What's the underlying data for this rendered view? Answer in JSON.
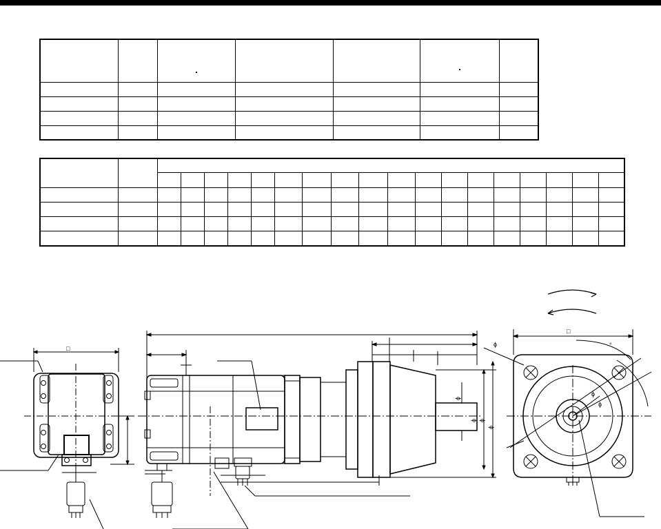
{
  "header": {
    "bar_color": "#000000"
  },
  "table1": {
    "rows": 4,
    "cols": 7,
    "header_marks": [
      "",
      "",
      "·",
      "",
      "",
      "·",
      ""
    ]
  },
  "table2": {
    "rows": 4,
    "sub_cols": 18
  },
  "drawing": {
    "symbols": {
      "square_left": "□",
      "square_right": "□",
      "phi_top": "ϕ",
      "phi_a": "ϕ",
      "phi_b": "ϕ",
      "phi_c": "ϕ",
      "phi_d": "ϕ",
      "phi_e": "ϕ",
      "phi_f": "ϕ",
      "degree": "°"
    }
  }
}
